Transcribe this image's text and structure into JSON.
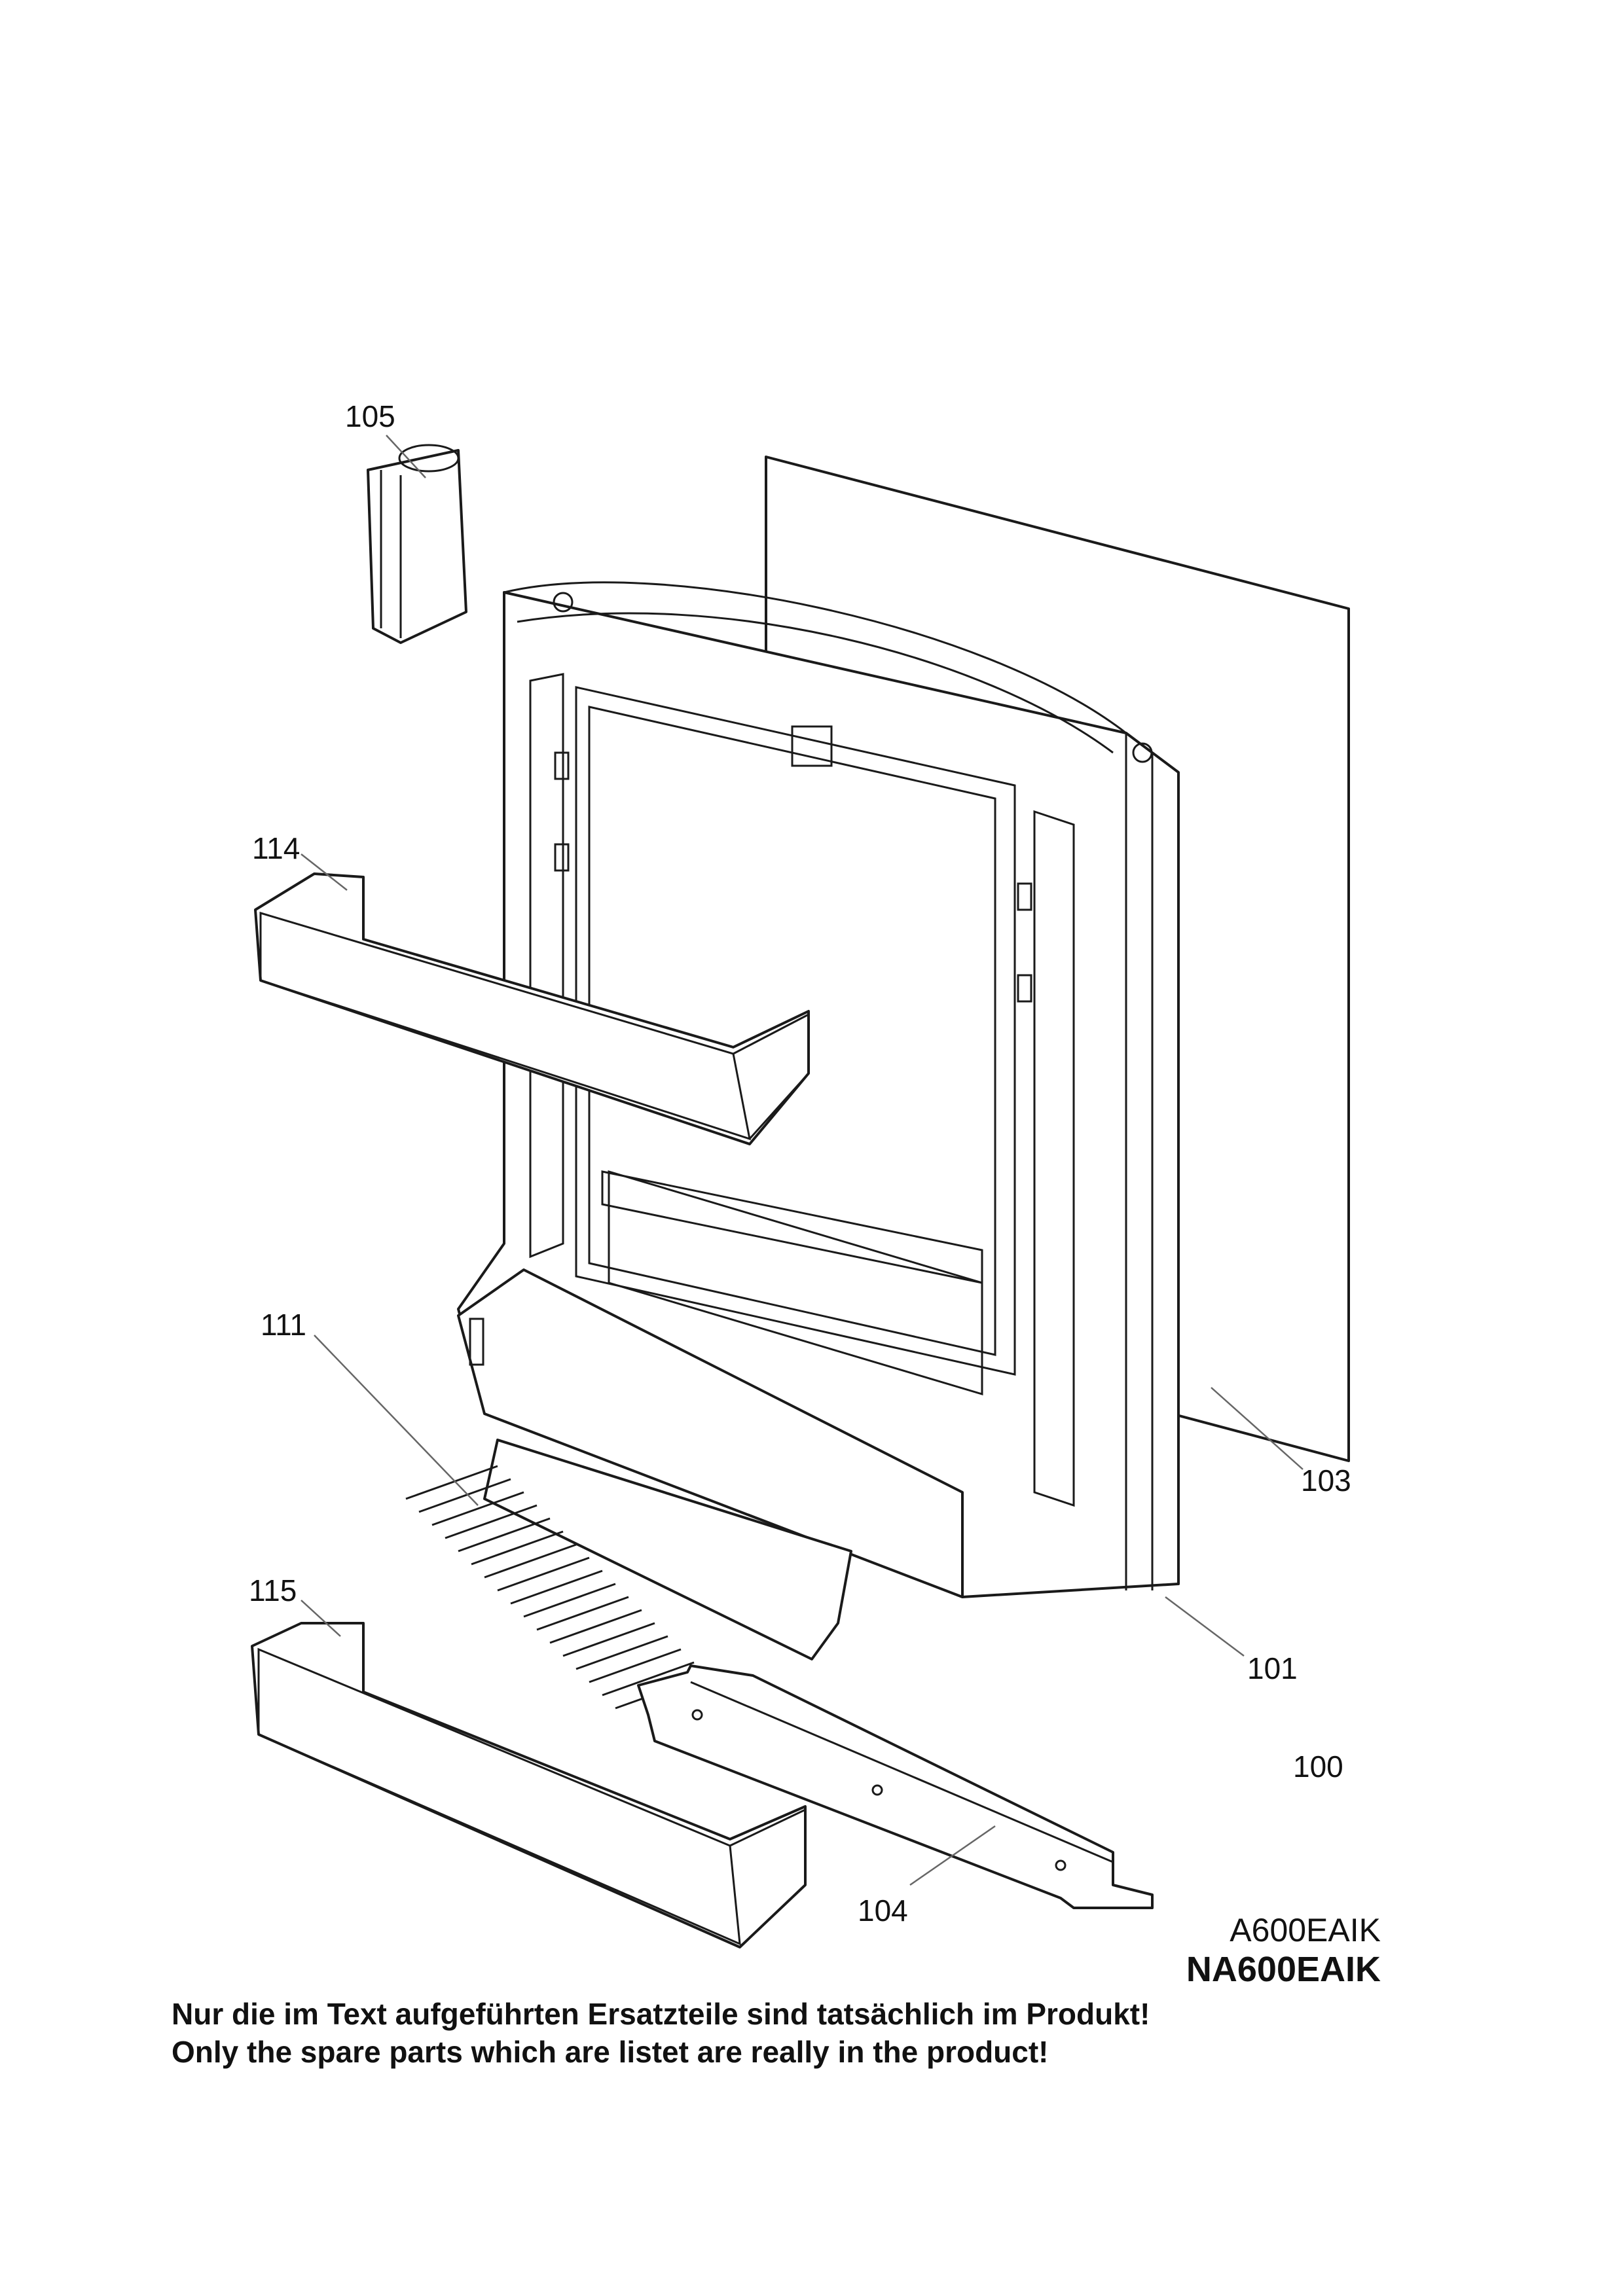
{
  "callouts": {
    "c105": "105",
    "c114": "114",
    "c111": "111",
    "c115": "115",
    "c103": "103",
    "c101": "101",
    "c100": "100",
    "c104": "104"
  },
  "model": {
    "code": "A600EAIK",
    "code_bold": "NA600EAIK"
  },
  "notes": {
    "german": "Nur die im Text aufgeführten Ersatzteile sind tatsächlich im Produkt!",
    "english": "Only the spare parts which are listet are really in the product!"
  }
}
